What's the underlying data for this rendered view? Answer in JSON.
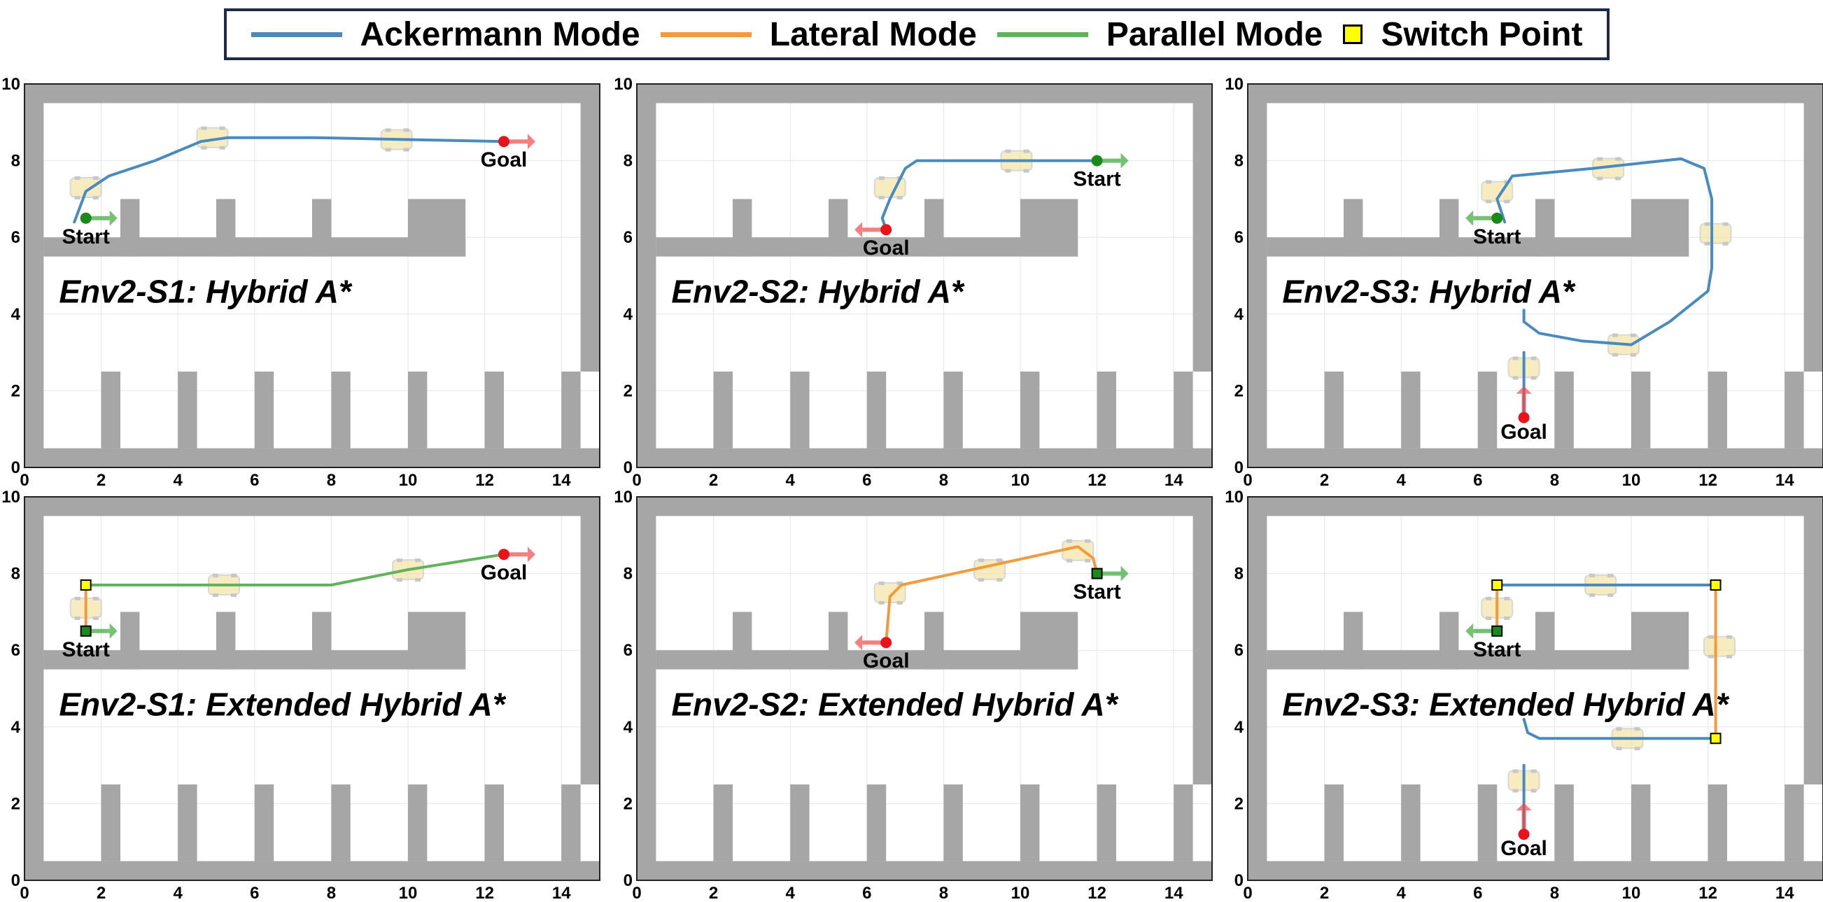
{
  "legend": [
    {
      "label": "Ackermann Mode",
      "kind": "line",
      "color": "#4a8bbf"
    },
    {
      "label": "Lateral Mode",
      "kind": "line",
      "color": "#f29a3c"
    },
    {
      "label": "Parallel Mode",
      "kind": "line",
      "color": "#5fb35a"
    },
    {
      "label": "Switch Point",
      "kind": "box",
      "color": "#ffff00"
    }
  ],
  "colors": {
    "ackermann": "#4a8bbf",
    "lateral": "#f29a3c",
    "parallel": "#5fb35a",
    "obstacle": "#a6a6a6",
    "goal": "#e8141b",
    "start": "#1a8a1a"
  },
  "axes": {
    "xlim": [
      0,
      15
    ],
    "ylim": [
      0,
      10
    ],
    "xticks": [
      0,
      2,
      4,
      6,
      8,
      10,
      12,
      14
    ],
    "yticks": [
      0,
      2,
      4,
      6,
      8,
      10
    ]
  },
  "panels": [
    {
      "title": "Env2-S1: Hybrid A*",
      "start": {
        "x": 1.6,
        "y": 6.5,
        "label": "Start",
        "dir": "right",
        "marker": "circle"
      },
      "goal": {
        "x": 12.5,
        "y": 8.5,
        "label": "Goal",
        "dir": "right"
      },
      "segments": [
        {
          "mode": "ackermann",
          "points": [
            [
              1.3,
              6.4
            ],
            [
              1.6,
              7.2
            ],
            [
              2.2,
              7.6
            ],
            [
              3.4,
              8.0
            ],
            [
              4.6,
              8.5
            ],
            [
              5.3,
              8.6
            ],
            [
              7.6,
              8.6
            ],
            [
              10.0,
              8.55
            ],
            [
              12.5,
              8.5
            ]
          ]
        }
      ],
      "switches": [],
      "cars": [
        [
          1.6,
          7.3
        ],
        [
          4.9,
          8.6
        ],
        [
          9.7,
          8.55
        ]
      ]
    },
    {
      "title": "Env2-S2: Hybrid A*",
      "start": {
        "x": 12.0,
        "y": 8.0,
        "label": "Start",
        "dir": "right",
        "marker": "circle"
      },
      "goal": {
        "x": 6.5,
        "y": 6.2,
        "label": "Goal",
        "dir": "left"
      },
      "segments": [
        {
          "mode": "ackermann",
          "points": [
            [
              12.0,
              8.0
            ],
            [
              7.3,
              8.0
            ],
            [
              7.0,
              7.8
            ],
            [
              6.6,
              7.0
            ],
            [
              6.4,
              6.5
            ],
            [
              6.5,
              6.2
            ]
          ]
        }
      ],
      "switches": [],
      "cars": [
        [
          6.6,
          7.3
        ],
        [
          9.9,
          8.0
        ]
      ]
    },
    {
      "title": "Env2-S3: Hybrid A*",
      "start": {
        "x": 6.5,
        "y": 6.5,
        "label": "Start",
        "dir": "left",
        "marker": "circle"
      },
      "goal": {
        "x": 7.2,
        "y": 1.3,
        "label": "Goal",
        "dir": "up"
      },
      "segments": [
        {
          "mode": "ackermann",
          "points": [
            [
              6.7,
              6.4
            ],
            [
              6.5,
              7.0
            ],
            [
              6.9,
              7.6
            ],
            [
              9.0,
              7.8
            ],
            [
              11.3,
              8.05
            ],
            [
              11.9,
              7.8
            ],
            [
              12.1,
              7.0
            ],
            [
              12.1,
              5.2
            ],
            [
              12.0,
              4.6
            ],
            [
              11.0,
              3.8
            ],
            [
              10.0,
              3.2
            ],
            [
              8.7,
              3.3
            ],
            [
              7.6,
              3.5
            ],
            [
              7.2,
              3.8
            ],
            [
              7.2,
              4.1
            ]
          ]
        },
        {
          "mode": "ackermann",
          "points": [
            [
              7.2,
              3.0
            ],
            [
              7.2,
              1.3
            ]
          ]
        }
      ],
      "switches": [],
      "cars": [
        [
          6.5,
          7.2
        ],
        [
          9.4,
          7.8
        ],
        [
          12.2,
          6.1
        ],
        [
          9.8,
          3.2
        ],
        [
          7.2,
          2.6
        ]
      ]
    },
    {
      "title": "Env2-S1: Extended Hybrid A*",
      "start": {
        "x": 1.6,
        "y": 6.5,
        "label": "Start",
        "dir": "right",
        "marker": "square"
      },
      "goal": {
        "x": 12.5,
        "y": 8.5,
        "label": "Goal",
        "dir": "right"
      },
      "segments": [
        {
          "mode": "lateral",
          "points": [
            [
              1.6,
              6.5
            ],
            [
              1.6,
              7.7
            ]
          ]
        },
        {
          "mode": "parallel",
          "points": [
            [
              1.6,
              7.7
            ],
            [
              8.0,
              7.7
            ],
            [
              10.0,
              8.1
            ],
            [
              12.5,
              8.5
            ]
          ]
        }
      ],
      "switches": [
        [
          1.6,
          7.7
        ]
      ],
      "cars": [
        [
          1.6,
          7.1
        ],
        [
          5.2,
          7.7
        ],
        [
          10.0,
          8.1
        ]
      ]
    },
    {
      "title": "Env2-S2: Extended Hybrid A*",
      "start": {
        "x": 12.0,
        "y": 8.0,
        "label": "Start",
        "dir": "right",
        "marker": "square"
      },
      "goal": {
        "x": 6.5,
        "y": 6.2,
        "label": "Goal",
        "dir": "left"
      },
      "segments": [
        {
          "mode": "lateral",
          "points": [
            [
              12.0,
              8.0
            ],
            [
              11.9,
              8.4
            ],
            [
              11.5,
              8.7
            ],
            [
              6.9,
              7.7
            ],
            [
              6.6,
              7.4
            ],
            [
              6.5,
              6.2
            ]
          ]
        }
      ],
      "switches": [],
      "cars": [
        [
          6.6,
          7.5
        ],
        [
          9.2,
          8.1
        ],
        [
          11.5,
          8.6
        ]
      ]
    },
    {
      "title": "Env2-S3: Extended Hybrid A*",
      "start": {
        "x": 6.5,
        "y": 6.5,
        "label": "Start",
        "dir": "left",
        "marker": "square"
      },
      "goal": {
        "x": 7.2,
        "y": 1.2,
        "label": "Goal",
        "dir": "up"
      },
      "segments": [
        {
          "mode": "lateral",
          "points": [
            [
              6.5,
              6.5
            ],
            [
              6.5,
              7.7
            ]
          ]
        },
        {
          "mode": "ackermann",
          "points": [
            [
              6.5,
              7.7
            ],
            [
              12.2,
              7.7
            ]
          ]
        },
        {
          "mode": "lateral",
          "points": [
            [
              12.2,
              7.7
            ],
            [
              12.2,
              3.7
            ]
          ]
        },
        {
          "mode": "ackermann",
          "points": [
            [
              12.2,
              3.7
            ],
            [
              7.6,
              3.7
            ],
            [
              7.3,
              3.85
            ],
            [
              7.2,
              4.2
            ]
          ]
        },
        {
          "mode": "ackermann",
          "points": [
            [
              7.2,
              3.0
            ],
            [
              7.2,
              1.2
            ]
          ]
        }
      ],
      "switches": [
        [
          6.5,
          7.7
        ],
        [
          12.2,
          7.7
        ],
        [
          12.2,
          3.7
        ]
      ],
      "cars": [
        [
          6.5,
          7.1
        ],
        [
          9.2,
          7.7
        ],
        [
          12.3,
          6.1
        ],
        [
          9.9,
          3.7
        ],
        [
          7.2,
          2.6
        ]
      ]
    }
  ]
}
